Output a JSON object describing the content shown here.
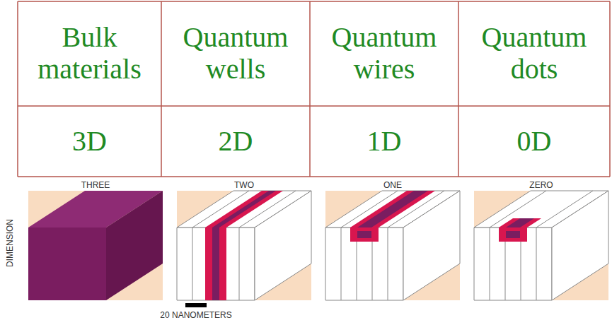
{
  "diagram": {
    "labels": [
      "Bulk materials",
      "Quantum wells",
      "Quantum wires",
      "Quantum dots",
      "3D",
      "2D",
      "1D",
      "0D",
      "DIMENSION",
      "THREE",
      "TWO",
      "ONE",
      "ZERO",
      "20 NANOMETERS"
    ]
  }
}
